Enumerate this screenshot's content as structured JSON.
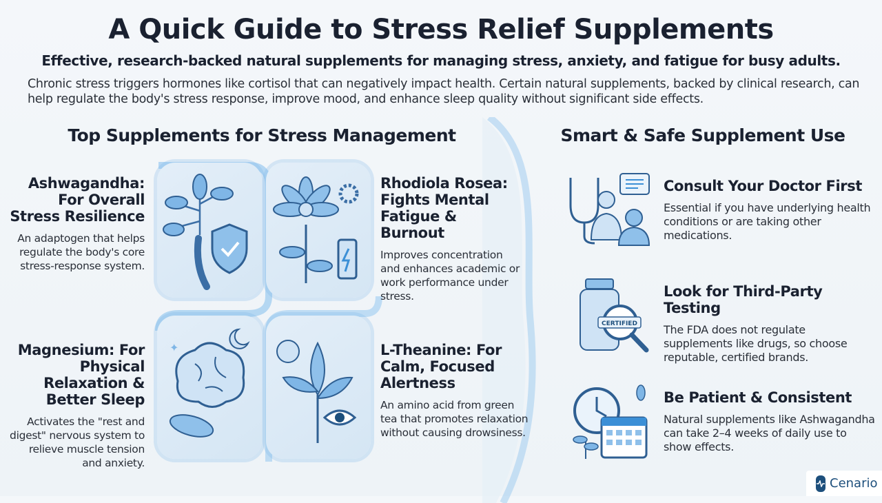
{
  "header": {
    "title": "A Quick Guide to Stress Relief Supplements",
    "subtitle": "Effective, research-backed natural supplements for managing stress, anxiety, and fatigue for busy adults.",
    "intro": "Chronic stress triggers hormones like cortisol that can negatively impact health. Certain natural supplements, backed by clinical research, can help regulate the body's stress response, improve mood, and enhance sleep quality without significant side effects."
  },
  "left_section": {
    "heading": "Top Supplements for Stress Management",
    "supplements": [
      {
        "title": "Ashwagandha: For Overall Stress Resilience",
        "body": "An adaptogen that helps regulate the body's core stress-response system.",
        "icon": "root-shield-icon"
      },
      {
        "title": "Rhodiola Rosea: Fights Mental Fatigue & Burnout",
        "body": "Improves concentration and enhances academic or work performance under stress.",
        "icon": "flower-battery-icon"
      },
      {
        "title": "Magnesium: For Physical Relaxation & Better Sleep",
        "body": "Activates the \"rest and digest\" nervous system to relieve muscle tension and anxiety.",
        "icon": "brain-moon-icon"
      },
      {
        "title": "L-Theanine: For Calm, Focused Alertness",
        "body": "An amino acid from green tea that promotes relaxation without causing drowsiness.",
        "icon": "tea-leaf-eye-icon"
      }
    ]
  },
  "right_section": {
    "heading": "Smart & Safe Supplement Use",
    "tips": [
      {
        "title": "Consult Your Doctor First",
        "body": "Essential if you have underlying health conditions or are taking other medications.",
        "icon": "doctor-stethoscope-icon"
      },
      {
        "title": "Look for Third-Party Testing",
        "body": "The FDA does not regulate supplements like drugs, so choose reputable, certified brands.",
        "icon": "certified-bottle-icon",
        "badge": "CERTIFIED"
      },
      {
        "title": "Be Patient & Consistent",
        "body": "Natural supplements like Ashwagandha can take 2–4 weeks of daily use to show effects.",
        "icon": "clock-calendar-icon"
      }
    ]
  },
  "brand": {
    "name": "Cenario"
  },
  "colors": {
    "accent": "#3d8fd6",
    "text": "#1a2130",
    "brand": "#1d4f7c"
  }
}
